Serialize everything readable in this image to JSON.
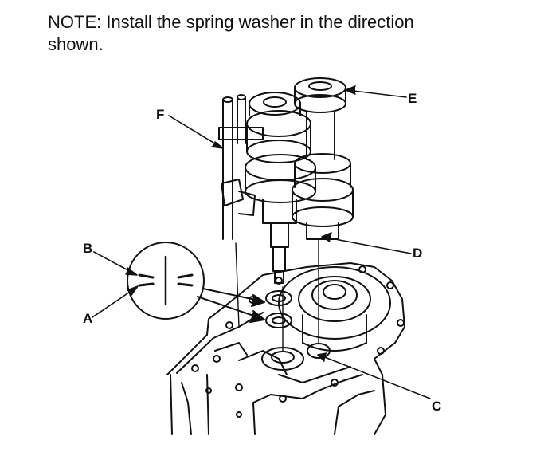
{
  "note": {
    "line1": "NOTE: Install the spring washer in the direction",
    "line2": "shown."
  },
  "labels": {
    "a": "A",
    "b": "B",
    "c": "C",
    "d": "D",
    "e": "E",
    "f": "F"
  }
}
